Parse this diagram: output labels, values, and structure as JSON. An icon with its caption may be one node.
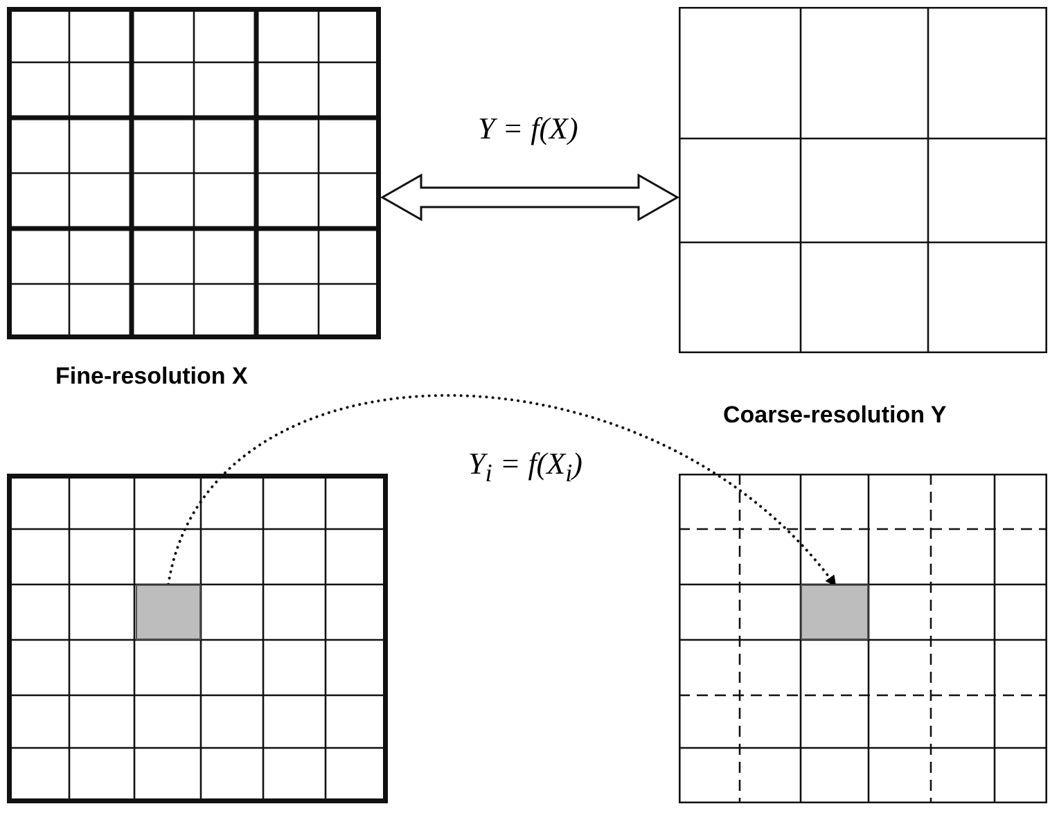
{
  "diagram": {
    "nodes": [
      {
        "text": [],
        "shape": "grid",
        "beside": [
          "Fine-resolution X"
        ]
      },
      {
        "text": [],
        "shape": "grid",
        "beside": [
          "Coarse-resolution Y"
        ]
      },
      {
        "text": [],
        "shape": "grid"
      },
      {
        "text": [],
        "shape": "box",
        "in": 2
      },
      {
        "text": [],
        "shape": "grid"
      },
      {
        "text": [],
        "shape": "box",
        "in": 4
      }
    ],
    "edges": [
      {
        "from": 0,
        "to": 1,
        "arrow": "both",
        "label": "Y = f(X)"
      },
      {
        "from": 3,
        "to": 5,
        "arrow": "to",
        "label": "Y$_{i}$ = f(X$_{i}$)",
        "style": "dashed"
      }
    ]
  }
}
